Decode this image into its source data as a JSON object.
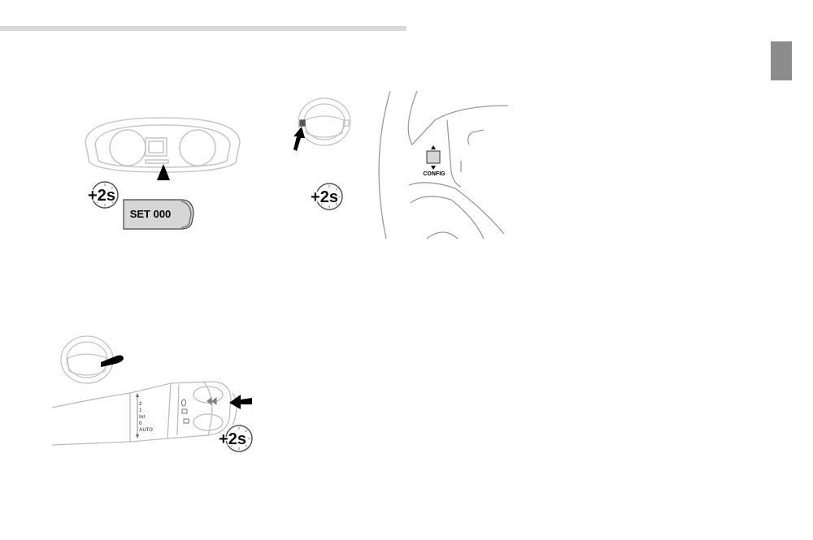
{
  "illustrations": {
    "dashboard": {
      "display_text": "SET 000",
      "hold_badge": "+2s",
      "icons": [
        "instrument-cluster",
        "pointer-arrow",
        "stopwatch-icon"
      ]
    },
    "steering_wheel": {
      "control_label": "CONFIG",
      "hold_badge": "+2s",
      "icons": [
        "steering-wheel-thumbnail",
        "pointer-arrow",
        "config-button",
        "stopwatch-icon"
      ]
    },
    "wiper_stalk": {
      "positions": [
        "2",
        "1",
        "Int",
        "0",
        "AUTO"
      ],
      "hold_badge": "+2s",
      "icons": [
        "steering-wheel-thumbnail",
        "stalk-pointer-arrow",
        "stopwatch-icon"
      ]
    }
  },
  "colors": {
    "tab": "#8c8c8c",
    "rule": "#d9d9d9",
    "display_fill": "#d6d6d6"
  }
}
